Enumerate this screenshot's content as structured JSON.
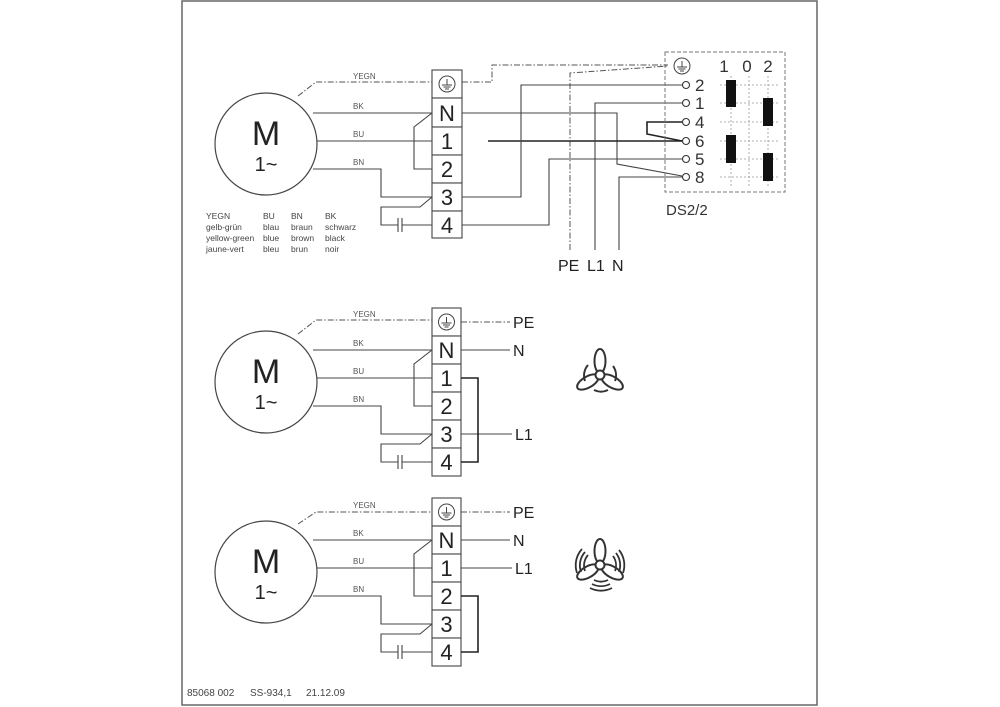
{
  "diagram1": {
    "motor": {
      "letter": "M",
      "phase": "1~"
    },
    "wires": {
      "ground": "YEGN",
      "black": "BK",
      "blue": "BU",
      "brown": "BN"
    },
    "terminals": [
      "N",
      "1",
      "2",
      "3",
      "4"
    ],
    "switch": {
      "name": "DS2/2",
      "positions": [
        "1",
        "0",
        "2"
      ],
      "contacts": [
        "2",
        "1",
        "4",
        "6",
        "5",
        "8"
      ]
    },
    "supply": {
      "pe": "PE",
      "l1": "L1",
      "n": "N"
    }
  },
  "legend": {
    "codes": [
      "YEGN",
      "BU",
      "BN",
      "BK"
    ],
    "german": [
      "gelb-grün",
      "blau",
      "braun",
      "schwarz"
    ],
    "english": [
      "yellow-green",
      "blue",
      "brown",
      "black"
    ],
    "french": [
      "jaune-vert",
      "bleu",
      "brun",
      "noir"
    ]
  },
  "diagram2": {
    "motor": {
      "letter": "M",
      "phase": "1~"
    },
    "wires": {
      "ground": "YEGN",
      "black": "BK",
      "blue": "BU",
      "brown": "BN"
    },
    "terminals": [
      "N",
      "1",
      "2",
      "3",
      "4"
    ],
    "supply": {
      "pe": "PE",
      "n": "N",
      "l1": "L1"
    },
    "speed_icon": "fan-low-speed-icon"
  },
  "diagram3": {
    "motor": {
      "letter": "M",
      "phase": "1~"
    },
    "wires": {
      "ground": "YEGN",
      "black": "BK",
      "blue": "BU",
      "brown": "BN"
    },
    "terminals": [
      "N",
      "1",
      "2",
      "3",
      "4"
    ],
    "supply": {
      "pe": "PE",
      "n": "N",
      "l1": "L1"
    },
    "speed_icon": "fan-high-speed-icon"
  },
  "footer": {
    "doc_number": "85068 002",
    "ref": "SS-934,1",
    "date": "21.12.09"
  }
}
